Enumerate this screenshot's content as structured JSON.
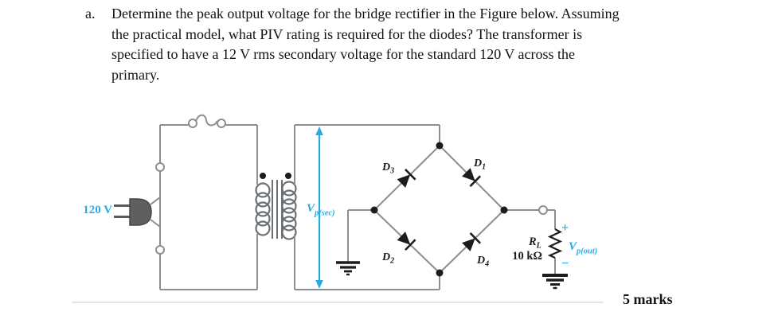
{
  "question": {
    "label": "a.",
    "lines": [
      "Determine the peak output voltage for the bridge rectifier in the Figure below. Assuming",
      "the practical model, what PIV rating is required for the diodes? The transformer is",
      "specified to have a 12 V rms secondary voltage for the standard 120 V across the",
      "primary."
    ]
  },
  "figure": {
    "source": {
      "label": "120 V"
    },
    "transformer": {
      "secondary_voltage": {
        "base": "V",
        "sub": "p(sec)"
      }
    },
    "bridge": {
      "d1": {
        "base": "D",
        "sub": "1"
      },
      "d2": {
        "base": "D",
        "sub": "2"
      },
      "d3": {
        "base": "D",
        "sub": "3"
      },
      "d4": {
        "base": "D",
        "sub": "4"
      }
    },
    "load": {
      "name": {
        "base": "R",
        "sub": "L"
      },
      "value": "10 kΩ",
      "plus": "+",
      "minus": "−",
      "vout": {
        "base": "V",
        "sub": "p(out)"
      }
    },
    "colors": {
      "accent_blue": "#29abe2",
      "wire_gray": "#8a8f94",
      "component_black": "#1c1c1c"
    }
  },
  "marks": "5 marks"
}
